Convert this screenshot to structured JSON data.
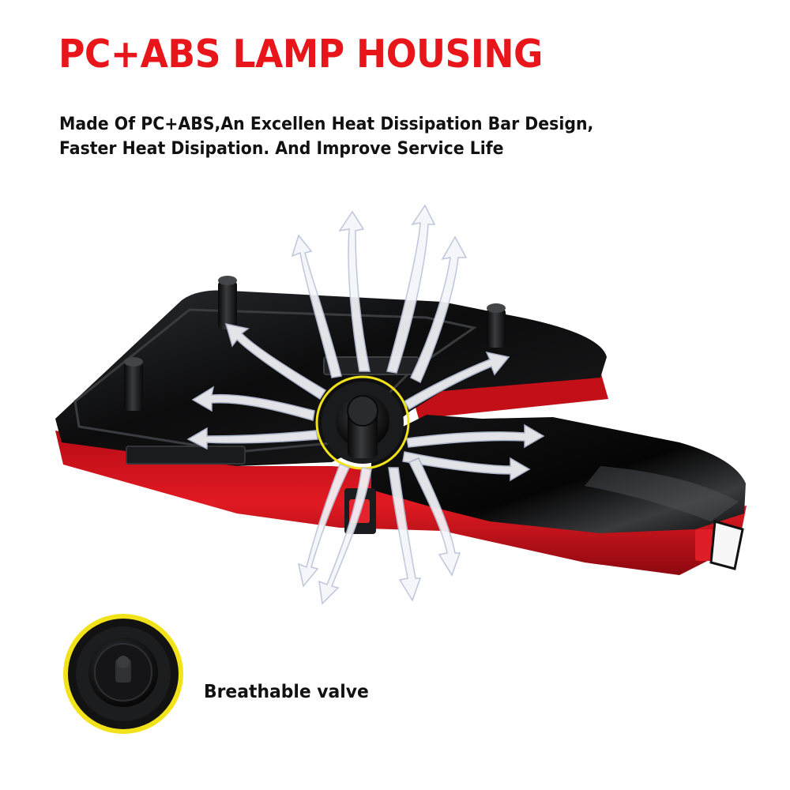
{
  "headline": "PC+ABS LAMP HOUSING",
  "description_lines": [
    "Made Of PC+ABS,An Excellen Heat Dissipation Bar Design,",
    "Faster Heat Disipation. And Improve Service Life"
  ],
  "callout_label": "Breathable valve",
  "colors": {
    "headline": "#e8151b",
    "housing_black": "#111111",
    "lens_red": "#d8121c",
    "highlight_yellow": "#f2e21a",
    "arrow_white": "#f4f6fa"
  },
  "icons": [
    "heat-flow-arrow-icon",
    "breathable-valve-icon"
  ]
}
